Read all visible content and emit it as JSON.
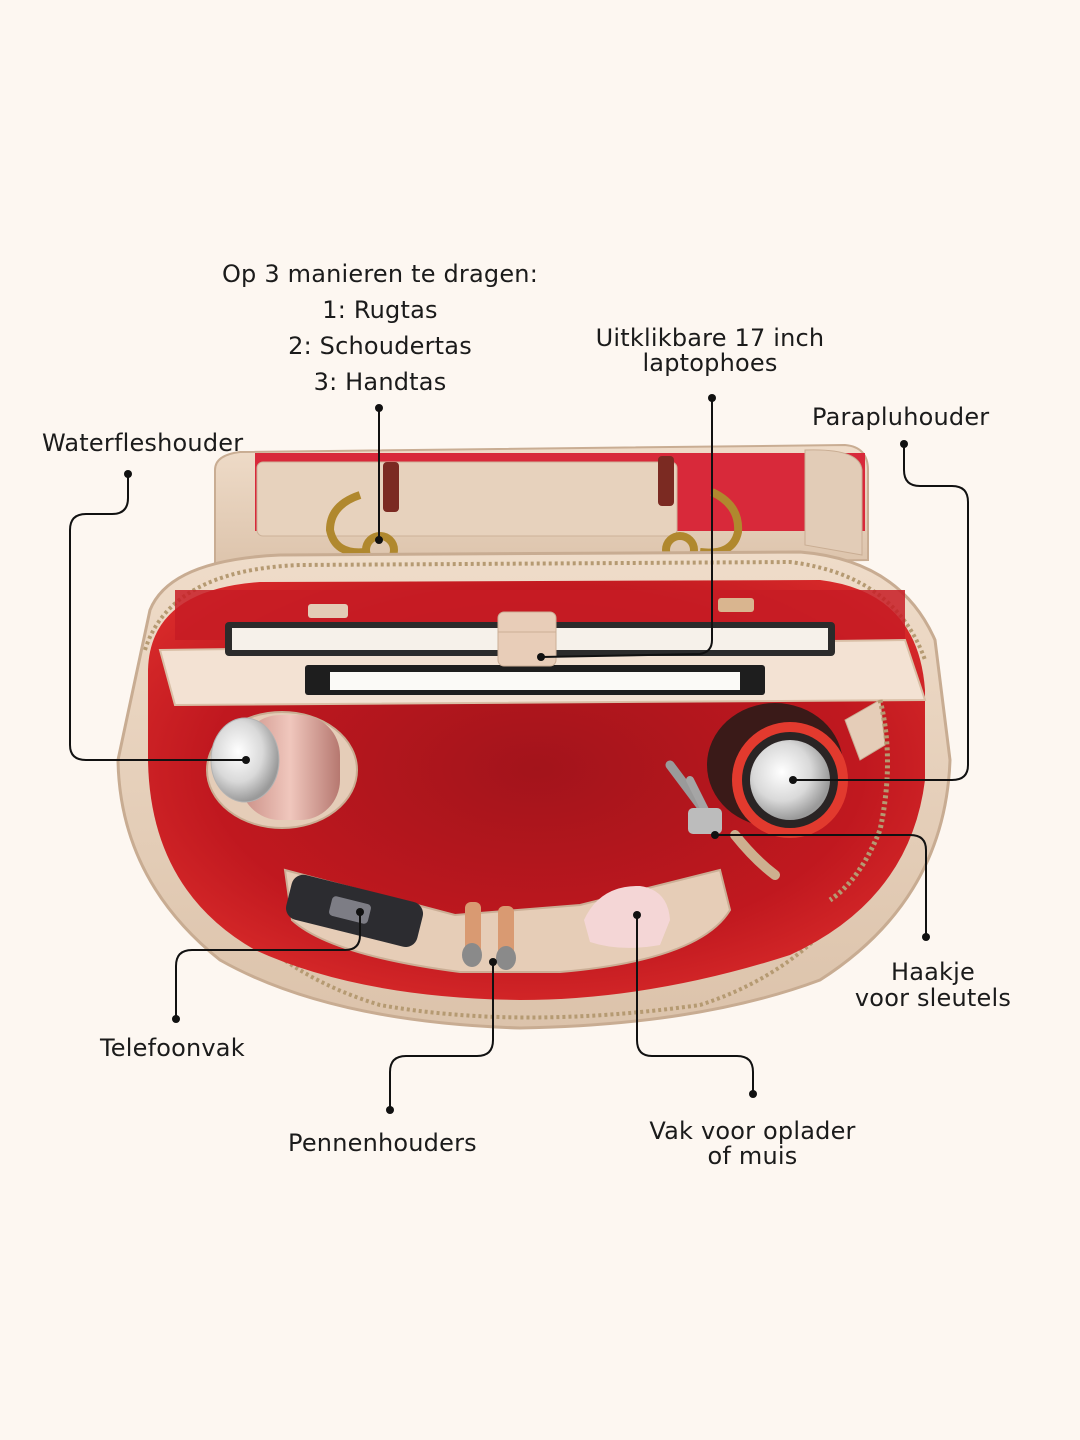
{
  "carry": {
    "title": "Op 3 manieren te dragen:",
    "options": [
      "1: Rugtas",
      "2: Schoudertas",
      "3: Handtas"
    ]
  },
  "labels": {
    "laptop": [
      "Uitklikbare 17 inch",
      "laptophoes"
    ],
    "umbrella": "Paraplu­houder",
    "bottle": "Waterfleshouder",
    "keys": [
      "Haakje",
      "voor sleutels"
    ],
    "phone": "Telefoonvak",
    "pens": "Pennenhouders",
    "charger": [
      "Vak voor oplader",
      "of muis"
    ]
  },
  "colors": {
    "background": "#fdf7f1",
    "leather": "#e8d3bf",
    "lining": "#b5141c",
    "brass": "#b0882e"
  }
}
